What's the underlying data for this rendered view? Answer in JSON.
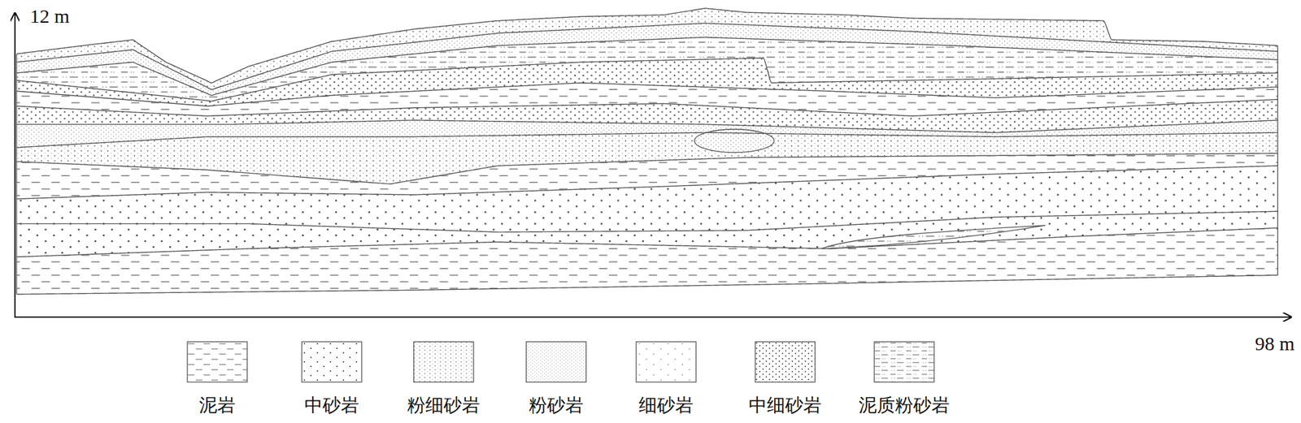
{
  "diagram": {
    "labels": [
      "12 m",
      "98 m"
    ],
    "legend": [
      {
        "text": "泥岩"
      },
      {
        "text": "中砂岩"
      },
      {
        "text": "粉细砂岩"
      },
      {
        "text": "粉砂岩"
      },
      {
        "text": "细砂岩"
      },
      {
        "text": "中细砂岩"
      },
      {
        "text": "泥质粉砂岩"
      }
    ]
  }
}
